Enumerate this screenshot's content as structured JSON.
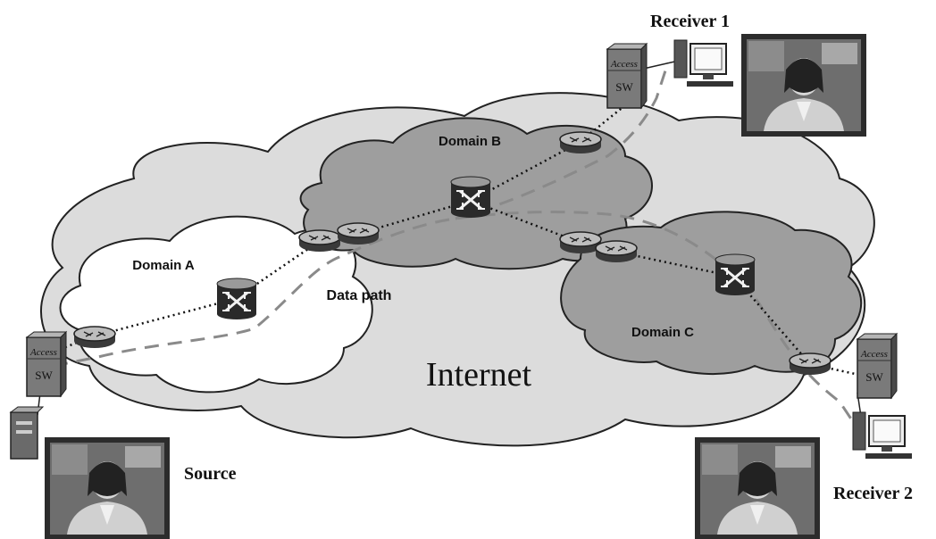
{
  "labels": {
    "internet": "Internet",
    "domain_a": "Domain A",
    "domain_b": "Domain B",
    "domain_c": "Domain C",
    "data_path": "Data path",
    "source": "Source",
    "receiver1": "Receiver 1",
    "receiver2": "Receiver 2"
  },
  "access_switch": {
    "line1": "Access",
    "line2": "SW"
  },
  "colors": {
    "internet_cloud": "#dcdcdc",
    "domain_a_cloud": "#ffffff",
    "domain_bc_cloud": "#9e9e9e",
    "outline": "#222222",
    "data_path": "#8a8a8a",
    "link": "#111111"
  }
}
